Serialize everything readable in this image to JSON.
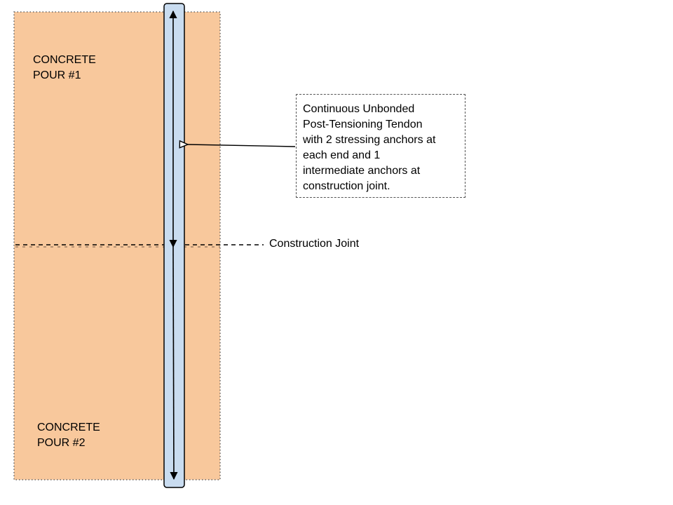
{
  "pours": [
    {
      "label": "CONCRETE\nPOUR #1"
    },
    {
      "label": "CONCRETE\nPOUR #2"
    }
  ],
  "joint": {
    "label": "Construction Joint"
  },
  "callout": {
    "text": "Continuous Unbonded\nPost-Tensioning Tendon\nwith 2 stressing anchors at\neach end and 1\nintermediate anchors at\nconstruction joint."
  },
  "colors": {
    "concrete_fill": "#f8c89c",
    "tendon_fill": "#c9dcf0",
    "outline": "#000000"
  }
}
